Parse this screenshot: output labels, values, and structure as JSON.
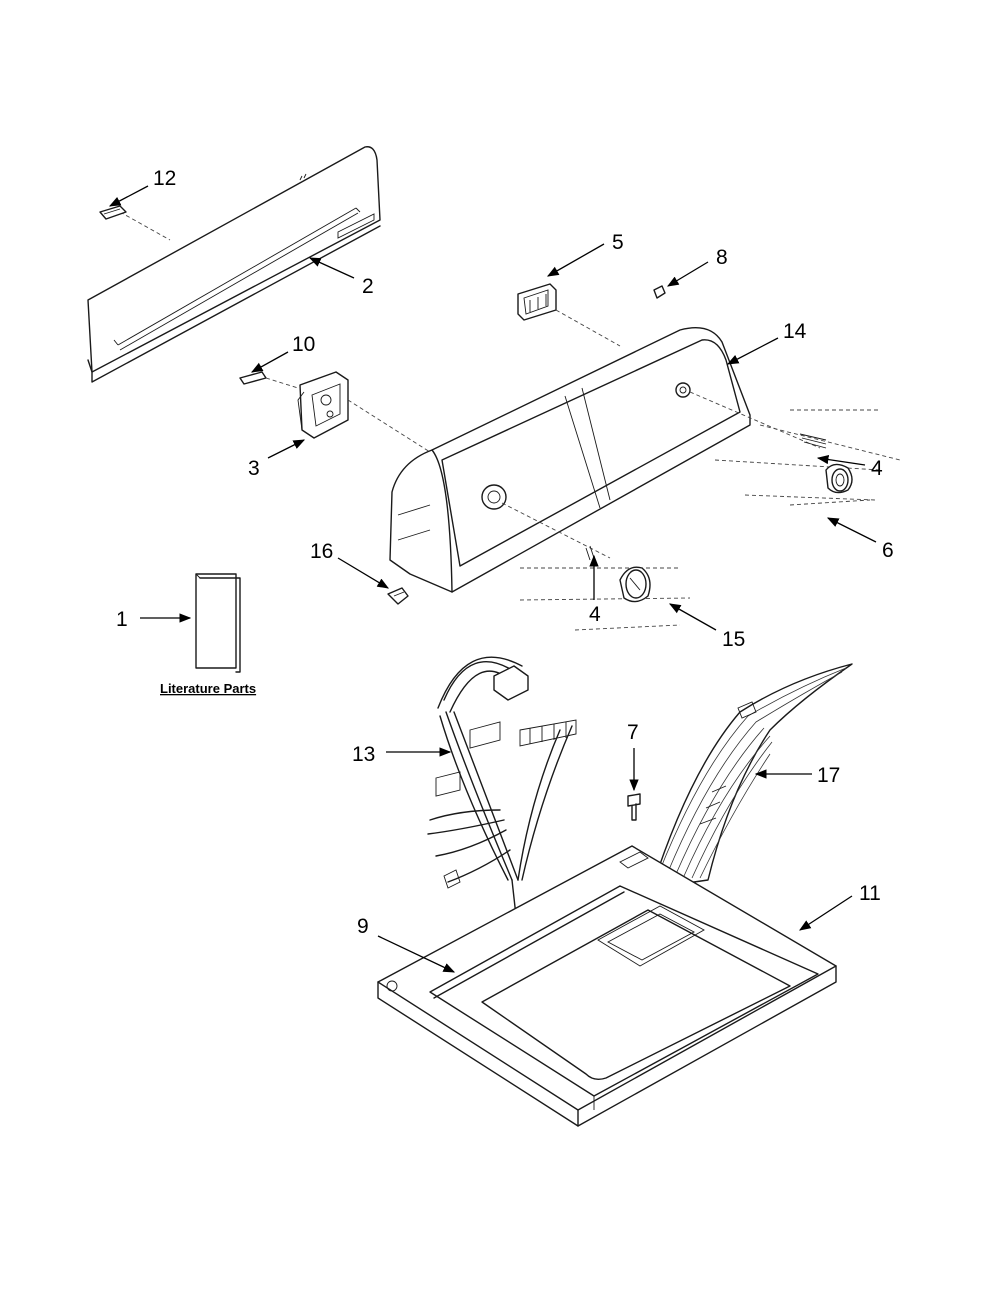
{
  "caption": "Literature Parts",
  "callouts": {
    "c1": "1",
    "c2": "2",
    "c3": "3",
    "c4a": "4",
    "c4b": "4",
    "c5": "5",
    "c6": "6",
    "c7": "7",
    "c8": "8",
    "c9": "9",
    "c10": "10",
    "c11": "11",
    "c12": "12",
    "c13": "13",
    "c14": "14",
    "c15": "15",
    "c16": "16",
    "c17": "17"
  }
}
